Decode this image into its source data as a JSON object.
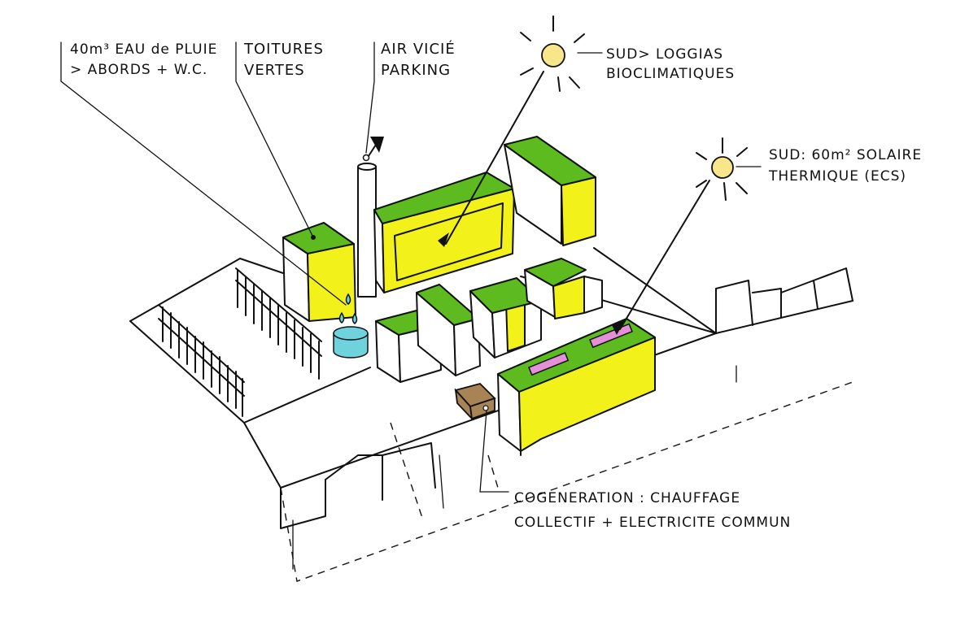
{
  "annotations": {
    "rainwater": {
      "line1": "40m³ EAU de PLUIE",
      "line2": "> ABORDS + W.C."
    },
    "green_roofs": {
      "line1": "TOITURES",
      "line2": "VERTES"
    },
    "stale_air": {
      "line1": "AIR VICIÉ",
      "line2": "PARKING"
    },
    "loggias": {
      "line1": "SUD> LOGGIAS",
      "line2": "BIOCLIMATIQUES"
    },
    "solar": {
      "line1": "SUD: 60m² SOLAIRE",
      "line2": "THERMIQUE (ECS)"
    },
    "cogeneration": {
      "line1": "COGENERATION : CHAUFFAGE",
      "line2": "COLLECTIF + ELECTRICITE COMMUN"
    }
  },
  "colors": {
    "roof_green": "#5dbb1f",
    "facade_yellow": "#f2f21a",
    "solar_panel_pink": "#e58fd8",
    "rain_tank_cyan": "#6fd3de",
    "cogen_brown": "#a88355",
    "sun_yellow": "#f7e68a"
  }
}
